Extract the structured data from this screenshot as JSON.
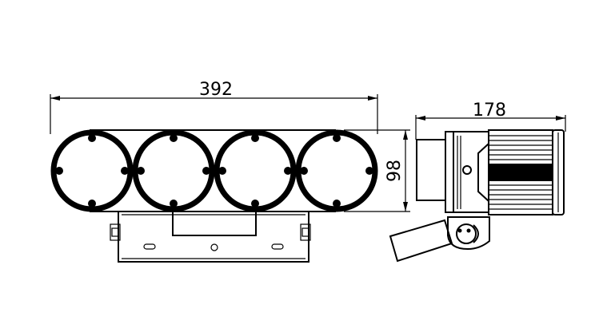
{
  "dimensions": {
    "front_width": "392",
    "front_height": "98",
    "side_width": "178"
  },
  "colors": {
    "line": "#000000",
    "background": "#ffffff"
  }
}
